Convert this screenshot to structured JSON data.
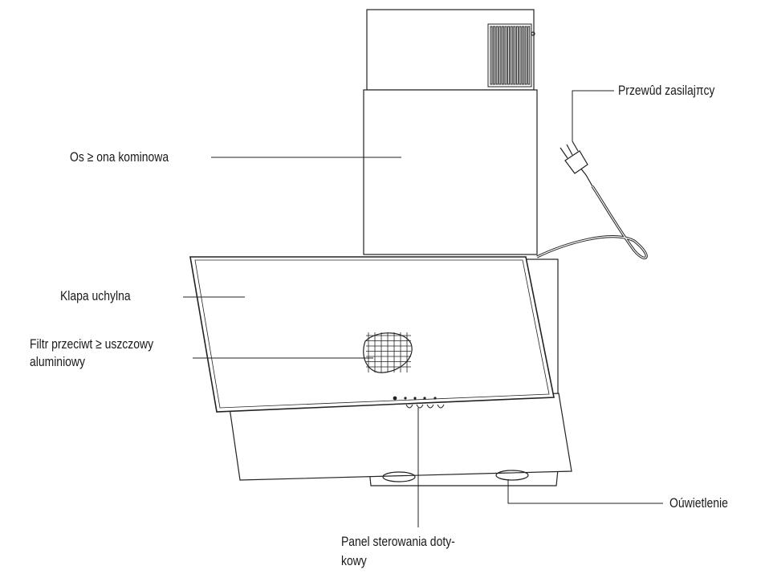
{
  "labels": {
    "power_cord": "Przewûd zasilajπcy",
    "chimney_cover": "Os ≥ ona kominowa",
    "flap": "Klapa uchylna",
    "filter_line1": "Filtr przeciwt ≥ uszczowy",
    "filter_line2": "aluminiowy",
    "lighting": "Oúwietlenie",
    "panel_line1": "Panel sterowania doty-",
    "panel_line2": "kowy"
  }
}
